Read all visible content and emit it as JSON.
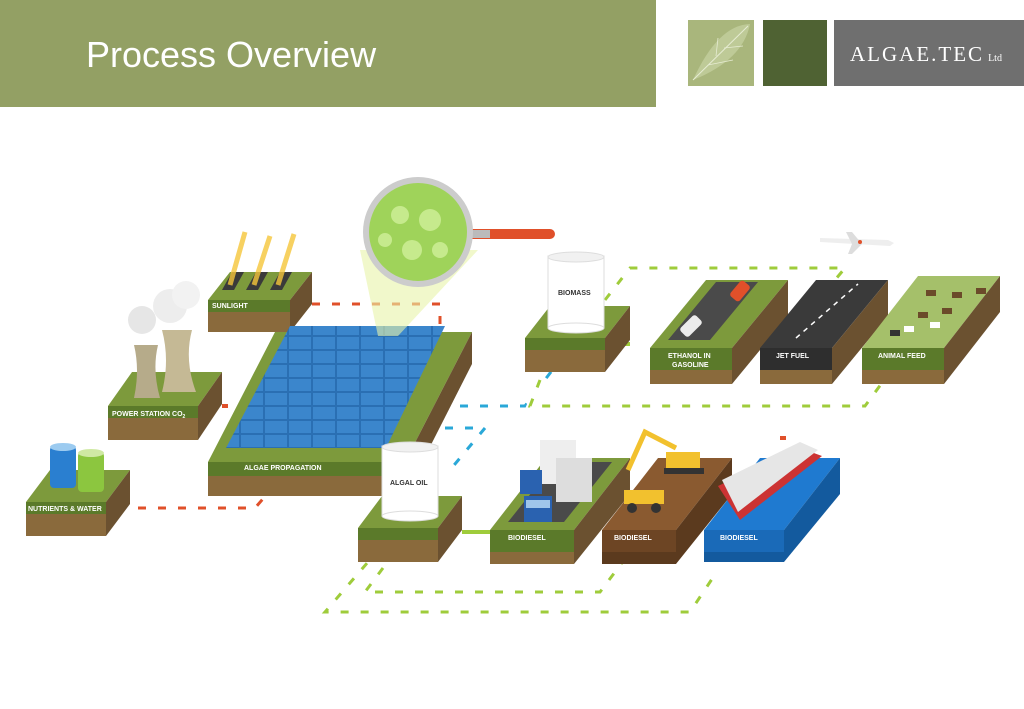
{
  "header": {
    "title": "Process Overview",
    "logo_text": "ALGAE.TEC",
    "logo_suffix": "Ltd"
  },
  "diagram": {
    "nodes": {
      "sunlight": "SUNLIGHT",
      "power_station": "POWER STATION CO",
      "power_station_sub": "2",
      "nutrients": "NUTRIENTS & WATER",
      "algae_propagation": "ALGAE PROPAGATION",
      "biomass": "BIOMASS",
      "algal_oil": "ALGAL OIL",
      "ethanol": "ETHANOL IN",
      "ethanol_2": "GASOLINE",
      "jet_fuel": "JET FUEL",
      "animal_feed": "ANIMAL FEED",
      "biodiesel_truck": "BIODIESEL",
      "biodiesel_mining": "BIODIESEL",
      "biodiesel_ship": "BIODIESEL"
    },
    "colors": {
      "header_green": "#93a064",
      "grass": "#7d9a3c",
      "soil": "#8a6a3c",
      "pond_blue": "#2a6fb3",
      "pipe_red": "#e0502a",
      "pipe_green": "#9fcc3b",
      "pipe_blue": "#2aa8d8"
    }
  }
}
